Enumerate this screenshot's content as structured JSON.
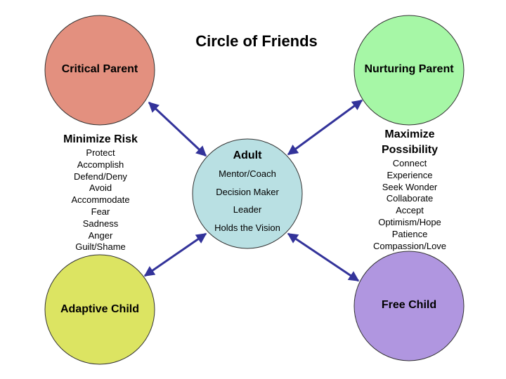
{
  "title": "Circle of Friends",
  "circles": {
    "critical_parent": {
      "label": "Critical Parent",
      "color": "#e3907f"
    },
    "nurturing_parent": {
      "label": "Nurturing Parent",
      "color": "#a6f7a6"
    },
    "adult": {
      "label": "Adult",
      "color": "#b9e0e3",
      "items": [
        "Mentor/Coach",
        "Decision Maker",
        "Leader",
        "Holds the Vision"
      ]
    },
    "adaptive_child": {
      "label": "Adaptive Child",
      "color": "#dce462"
    },
    "free_child": {
      "label": "Free Child",
      "color": "#b096e0"
    }
  },
  "minimize": {
    "heading": "Minimize Risk",
    "items": [
      "Protect",
      "Accomplish",
      "Defend/Deny",
      "Avoid",
      "Accommodate",
      "Fear",
      "Sadness",
      "Anger",
      "Guilt/Shame"
    ]
  },
  "maximize": {
    "heading_line1": "Maximize",
    "heading_line2": "Possibility",
    "items": [
      "Connect",
      "Experience",
      "Seek Wonder",
      "Collaborate",
      "Accept",
      "Optimism/Hope",
      "Patience",
      "Compassion/Love"
    ]
  },
  "arrow_color": "#33339a"
}
